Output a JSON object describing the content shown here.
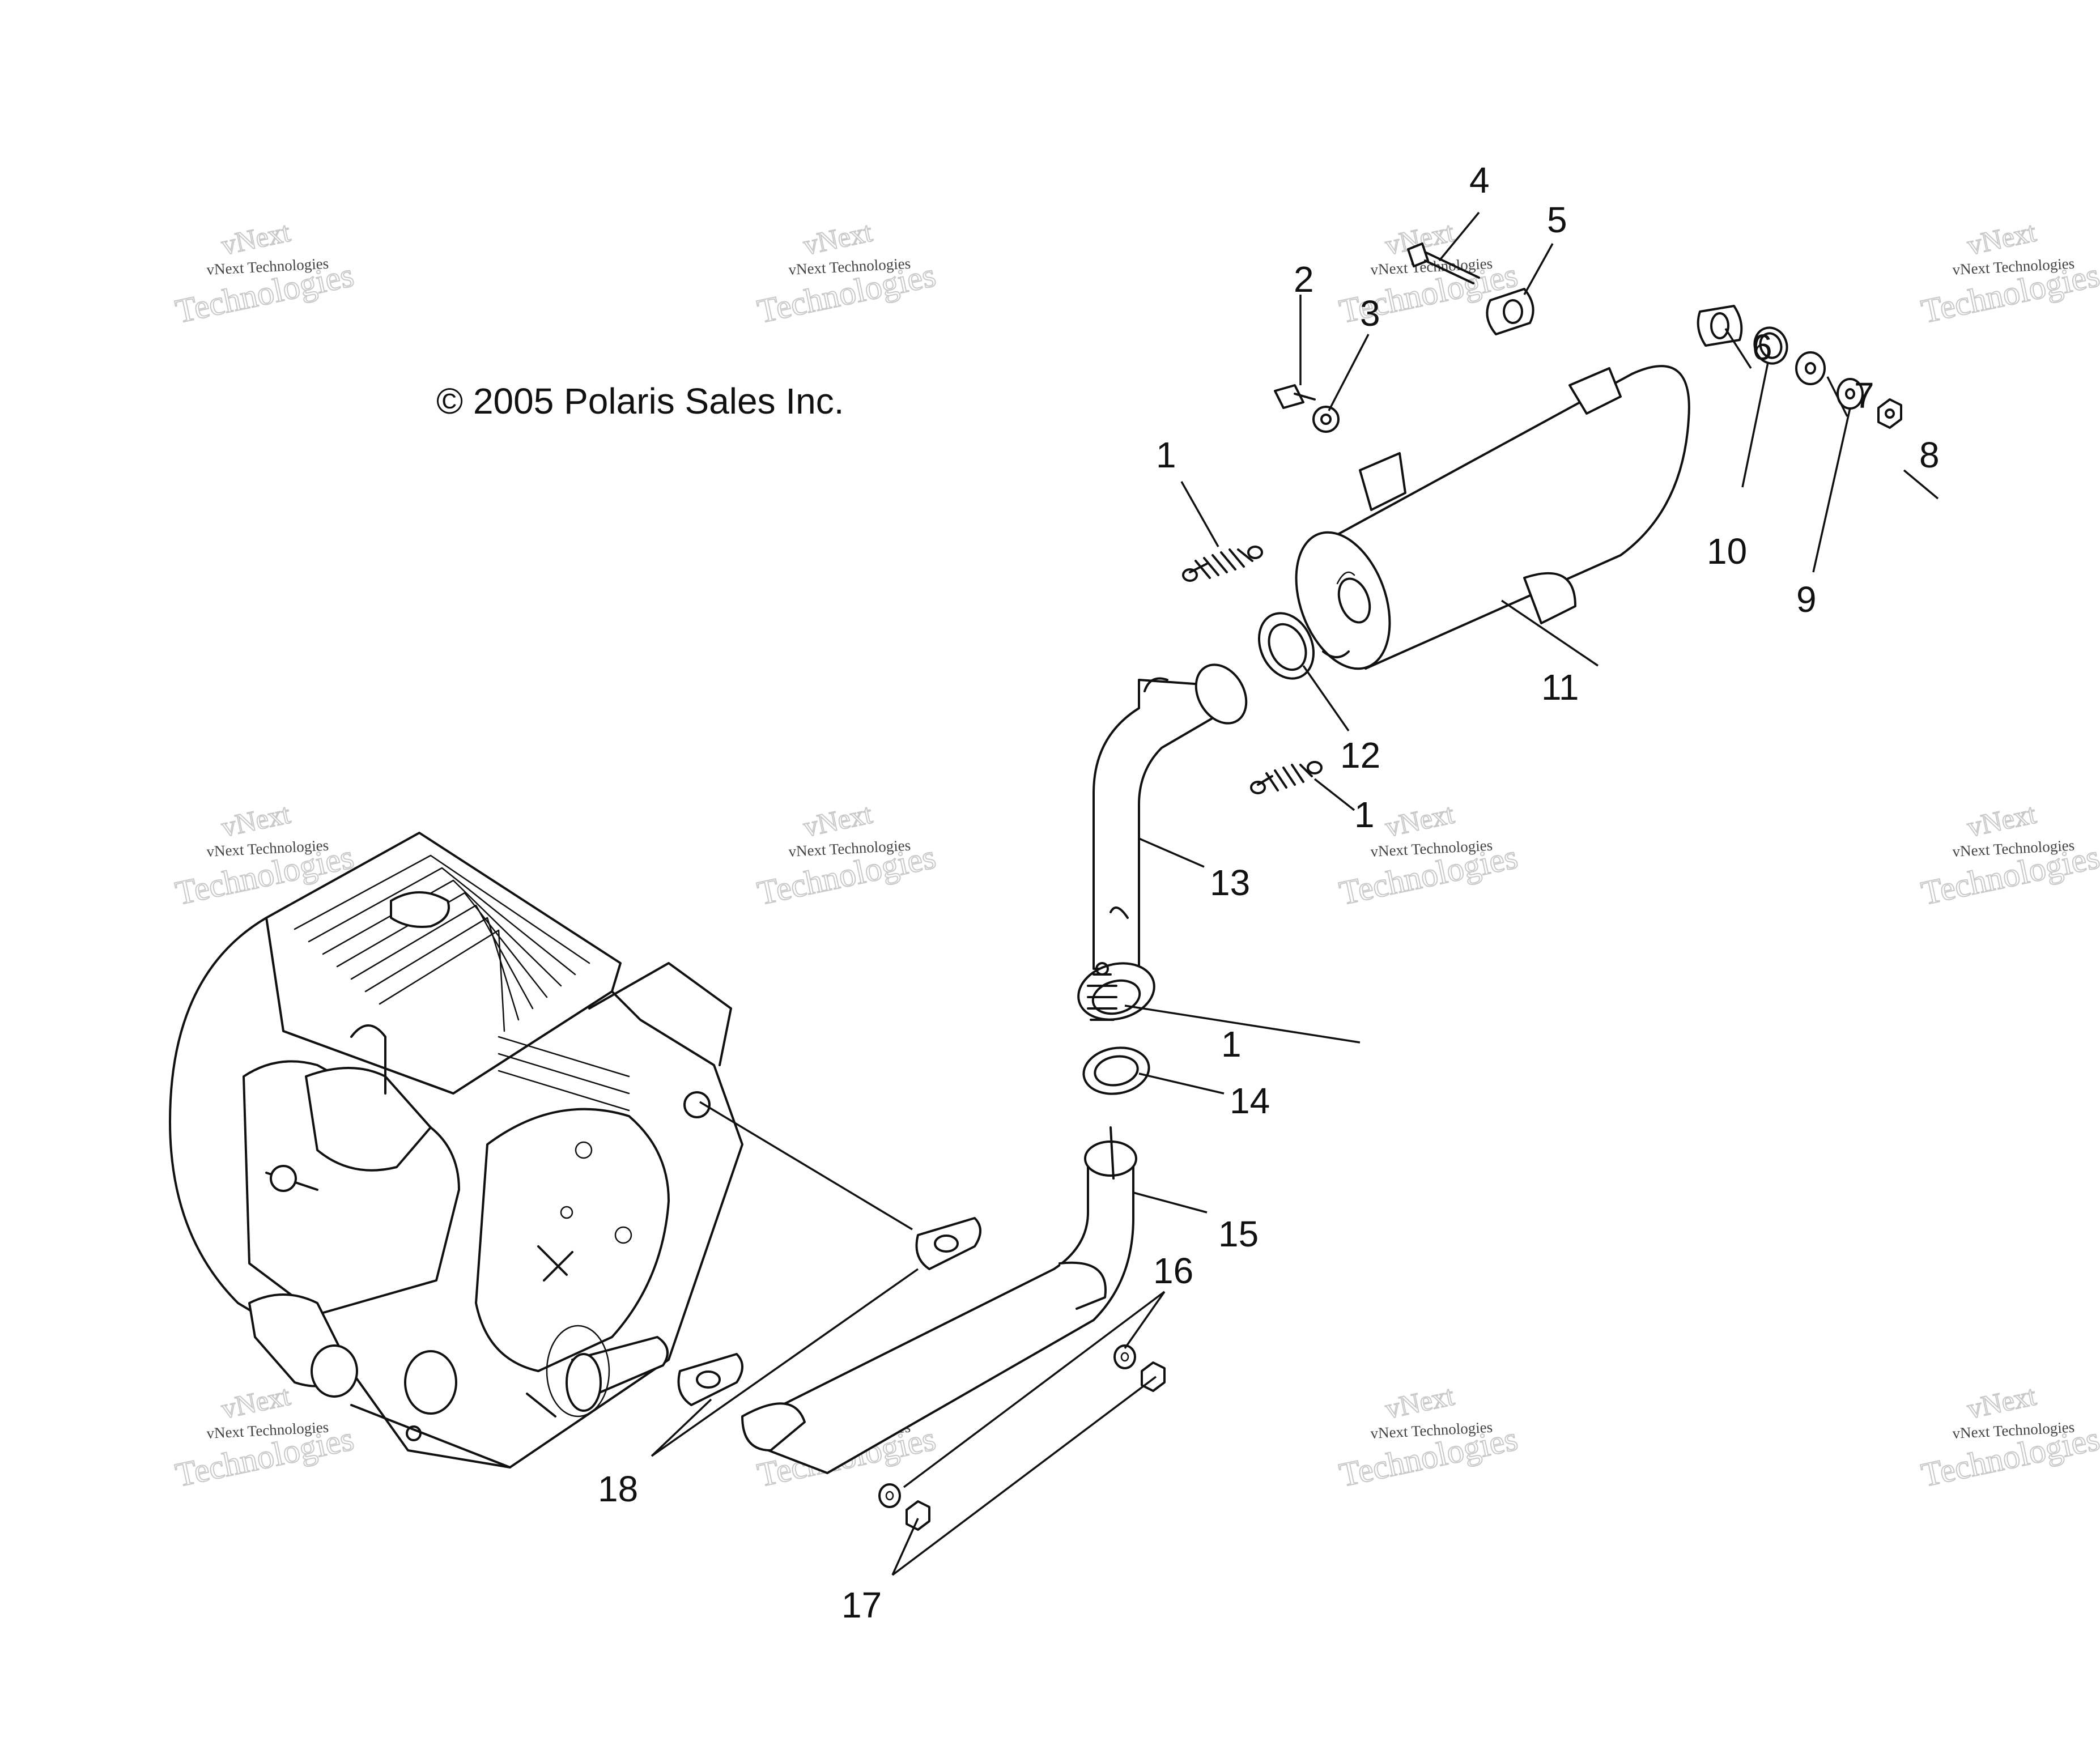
{
  "copyright": "© 2005 Polaris Sales Inc.",
  "watermark": {
    "line1": "vNext Technologies",
    "line2": "Technologies",
    "line3": "vNext"
  },
  "callouts": [
    "1",
    "2",
    "3",
    "4",
    "5",
    "6",
    "7",
    "8",
    "9",
    "10",
    "11",
    "12",
    "13",
    "14",
    "15",
    "16",
    "17",
    "18"
  ]
}
